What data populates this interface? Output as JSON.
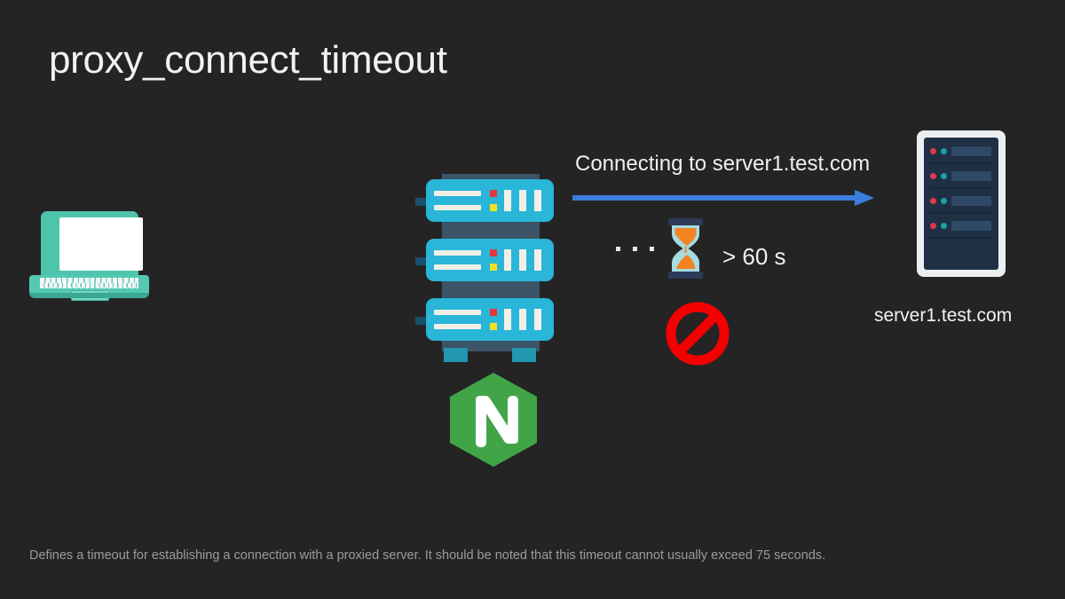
{
  "slide": {
    "title": "proxy_connect_timeout",
    "background_color": "#242424",
    "caption": "Defines a timeout for establishing a connection with a proxied server. It should be noted that this timeout cannot usually exceed 75 seconds."
  },
  "client": {
    "icon": "laptop-icon",
    "color": "#55c9b4"
  },
  "proxy": {
    "icon": "server-rack-icon",
    "logo": "nginx-logo",
    "logo_letter": "N",
    "logo_color": "#41a548",
    "unit_color": "#29b6d8"
  },
  "connection": {
    "label": "Connecting to server1.test.com",
    "arrow_color": "#3b7ddd",
    "arrow_direction": "right",
    "dots": [
      "dot",
      "dot",
      "dot"
    ],
    "wait_icon": "hourglass-icon",
    "timeout_value": "> 60 s",
    "blocked_icon": "no-entry-icon",
    "blocked_color": "#f50000"
  },
  "upstream": {
    "icon": "server-tower-icon",
    "label": "server1.test.com",
    "rows": [
      {
        "led_red": "#e0394c",
        "led_teal": "#19a3a0"
      },
      {
        "led_red": "#e0394c",
        "led_teal": "#19a3a0"
      },
      {
        "led_red": "#e0394c",
        "led_teal": "#19a3a0"
      },
      {
        "led_red": "#e0394c",
        "led_teal": "#19a3a0"
      }
    ]
  }
}
